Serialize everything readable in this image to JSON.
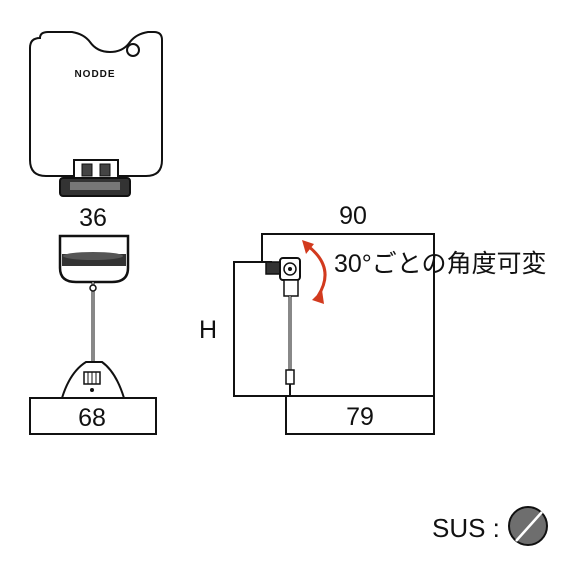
{
  "front_view": {
    "logo_text": "NODDE",
    "head_width": "36",
    "base_width": "68"
  },
  "side_view": {
    "depth_top": "90",
    "base_depth": "79",
    "height_label": "H",
    "angle_note": "30°ごとの角度可変"
  },
  "material": {
    "label": "SUS :",
    "swatch_color": "#6e6e6e",
    "swatch_icon": "sus-material-swatch-icon"
  },
  "accent_color": "#d23a1e"
}
